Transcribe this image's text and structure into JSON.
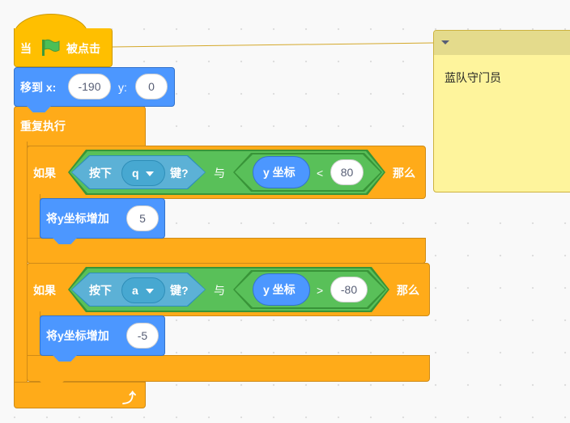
{
  "script": {
    "when_flag": {
      "prefix": "当",
      "suffix": "被点击",
      "icon": "green-flag-icon"
    },
    "go_to": {
      "label": "移到 x:",
      "x": "-190",
      "y_label": "y:",
      "y": "0"
    },
    "forever": {
      "label": "重复执行",
      "icon": "loop-arrow-icon"
    },
    "if_blocks": [
      {
        "if_label": "如果",
        "key_pressed": "按下",
        "key": "q",
        "key_suffix": "键?",
        "and": "与",
        "reporter": "y 坐标",
        "op": "<",
        "value": "80",
        "then": "那么",
        "change_label": "将y坐标增加",
        "change_value": "5"
      },
      {
        "if_label": "如果",
        "key_pressed": "按下",
        "key": "a",
        "key_suffix": "键?",
        "and": "与",
        "reporter": "y 坐标",
        "op": ">",
        "value": "-80",
        "then": "那么",
        "change_label": "将y坐标增加",
        "change_value": "-5"
      }
    ]
  },
  "comment": {
    "text": "蓝队守门员"
  },
  "colors": {
    "events": "#ffbf00",
    "motion": "#4c97ff",
    "control": "#ffab19",
    "operators": "#59c059",
    "sensing": "#5cb1d6",
    "comment": "#fef49c"
  }
}
